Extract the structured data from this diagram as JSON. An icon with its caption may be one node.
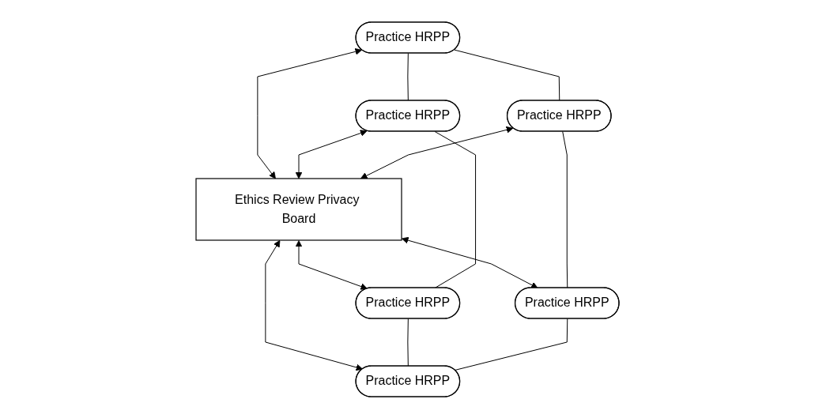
{
  "diagram": {
    "nodes": [
      {
        "text": [
          "Ethics Review Privacy Board"
        ]
      },
      {
        "text": [
          "Practice HRPP"
        ]
      },
      {
        "text": [
          "Practice HRPP"
        ]
      },
      {
        "text": [
          "Practice HRPP"
        ]
      },
      {
        "text": [
          "Practice HRPP"
        ]
      },
      {
        "text": [
          "Practice HRPP"
        ]
      },
      {
        "text": [
          "Practice HRPP"
        ]
      }
    ],
    "edges": [
      {
        "from": 1,
        "to": 0,
        "arrow": "both"
      },
      {
        "from": 2,
        "to": 0,
        "arrow": "both"
      },
      {
        "from": 3,
        "to": 0,
        "arrow": "both"
      },
      {
        "from": 0,
        "to": 4,
        "arrow": "both"
      },
      {
        "from": 0,
        "to": 5,
        "arrow": "both"
      },
      {
        "from": 0,
        "to": 6,
        "arrow": "both"
      },
      {
        "from": 1,
        "to": 2,
        "arrow": "none"
      },
      {
        "from": 2,
        "to": 4,
        "arrow": "none"
      },
      {
        "from": 4,
        "to": 6,
        "arrow": "none"
      },
      {
        "from": 5,
        "to": 6,
        "arrow": "none"
      },
      {
        "from": 3,
        "to": 5,
        "arrow": "none"
      },
      {
        "from": 1,
        "to": 3,
        "arrow": "none"
      }
    ]
  }
}
